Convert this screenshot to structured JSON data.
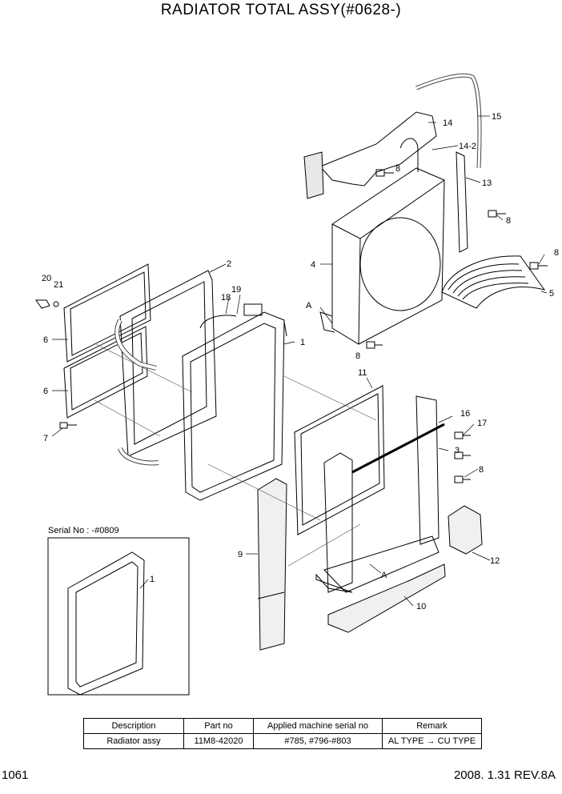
{
  "title": "RADIATOR TOTAL ASSY(#0628-)",
  "callouts": [
    "1",
    "2",
    "3",
    "4",
    "5",
    "6",
    "6",
    "7",
    "8",
    "8",
    "8",
    "8",
    "8",
    "9",
    "10",
    "11",
    "12",
    "13",
    "14",
    "14-2",
    "15",
    "16",
    "17",
    "18",
    "19",
    "20",
    "21",
    "A",
    "A"
  ],
  "inset": {
    "serial_label": "Serial No : -#0809",
    "callout": "1"
  },
  "table": {
    "headers": [
      "Description",
      "Part no",
      "Applied machine serial no",
      "Remark"
    ],
    "rows": [
      [
        "Radiator assy",
        "11M8-42020",
        "#785, #796-#803",
        "AL TYPE → CU TYPE"
      ]
    ]
  },
  "footer": {
    "page_number": "1061",
    "date_rev": "2008. 1.31  REV.8A"
  }
}
